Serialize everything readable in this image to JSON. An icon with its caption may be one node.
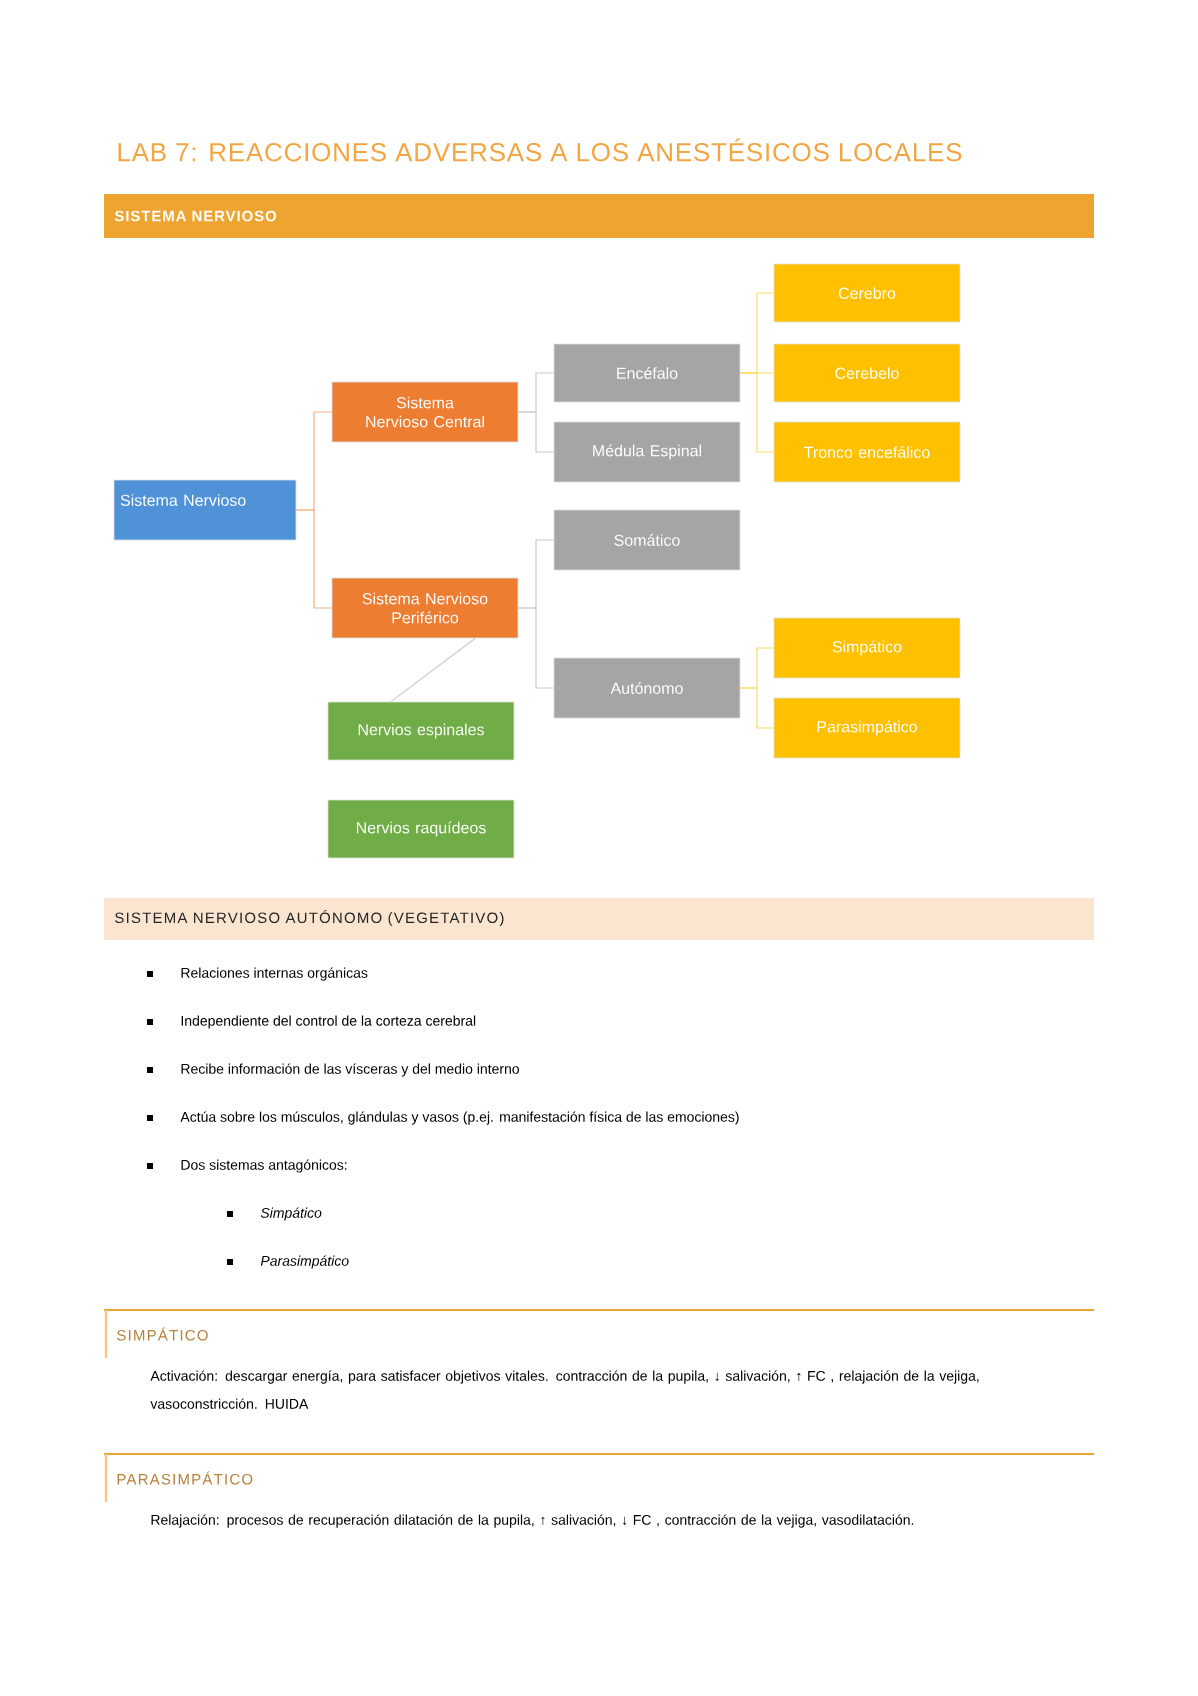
{
  "diagram": {
    "title": "LAB 7: REACCIONES ADVERSAS A LOS ANESTÉSICOS LOCALES",
    "nodes": [
      {
        "text": [
          "Sistema Nervioso"
        ]
      },
      {
        "text": [
          "Sistema Nervioso Central"
        ]
      },
      {
        "text": [
          "Sistema Nervioso Periférico"
        ]
      },
      {
        "text": [
          "Encéfalo"
        ]
      },
      {
        "text": [
          "Médula Espinal"
        ]
      },
      {
        "text": [
          "Somático"
        ]
      },
      {
        "text": [
          "Autónomo"
        ]
      },
      {
        "text": [
          "Cerebro"
        ]
      },
      {
        "text": [
          "Cerebelo"
        ]
      },
      {
        "text": [
          "Tronco encefálico"
        ]
      },
      {
        "text": [
          "Simpático"
        ]
      },
      {
        "text": [
          "Parasimpático"
        ]
      },
      {
        "text": [
          "Nervios espinales"
        ]
      },
      {
        "text": [
          "Nervios raquídeos"
        ]
      }
    ],
    "edges": [
      {
        "from": 0,
        "to": 1,
        "arrow": "none",
        "color": "#f4b183"
      },
      {
        "from": 0,
        "to": 2,
        "arrow": "none",
        "color": "#f4b183"
      },
      {
        "from": 1,
        "to": 3,
        "arrow": "none",
        "color": "#c9c9c9"
      },
      {
        "from": 1,
        "to": 4,
        "arrow": "none",
        "color": "#c9c9c9"
      },
      {
        "from": 2,
        "to": 5,
        "arrow": "none",
        "color": "#c9c9c9"
      },
      {
        "from": 2,
        "to": 6,
        "arrow": "none",
        "color": "#c9c9c9"
      },
      {
        "from": 2,
        "to": 12,
        "arrow": "none",
        "color": "#c9c9c9"
      },
      {
        "from": 3,
        "to": 7,
        "arrow": "none",
        "color": "#ffd966"
      },
      {
        "from": 3,
        "to": 8,
        "arrow": "none",
        "color": "#ffd966"
      },
      {
        "from": 3,
        "to": 9,
        "arrow": "none",
        "color": "#ffd966"
      },
      {
        "from": 6,
        "to": 10,
        "arrow": "none",
        "color": "#ffd966"
      },
      {
        "from": 6,
        "to": 11,
        "arrow": "none",
        "color": "#ffd966"
      }
    ],
    "labels": [
      "SISTEMA NERVIOSO",
      "SISTEMA NERVIOSO AUTÓNOMO (VEGETATIVO)",
      "Relaciones internas orgánicas",
      "Independiente del control de la corteza cerebral",
      "Recibe información de las vísceras y del medio interno",
      "Actúa sobre los músculos, glándulas y vasos (p.ej. manifestación física de las emociones)",
      "Dos sistemas antagónicos:",
      "Simpático",
      "Parasimpático",
      "SIMPÁTICO",
      "Activación: descargar energía, para satisfacer objetivos vitales. contracción de la pupila, ↓ salivación, ↑ FC , relajación de la vejiga, vasoconstricción. HUIDA",
      "PARASIMPÁTICO",
      "Relajación: procesos de recuperación dilatación de la pupila, ↑ salivación, ↓ FC , contracción de la vejiga, vasodilatación."
    ]
  }
}
